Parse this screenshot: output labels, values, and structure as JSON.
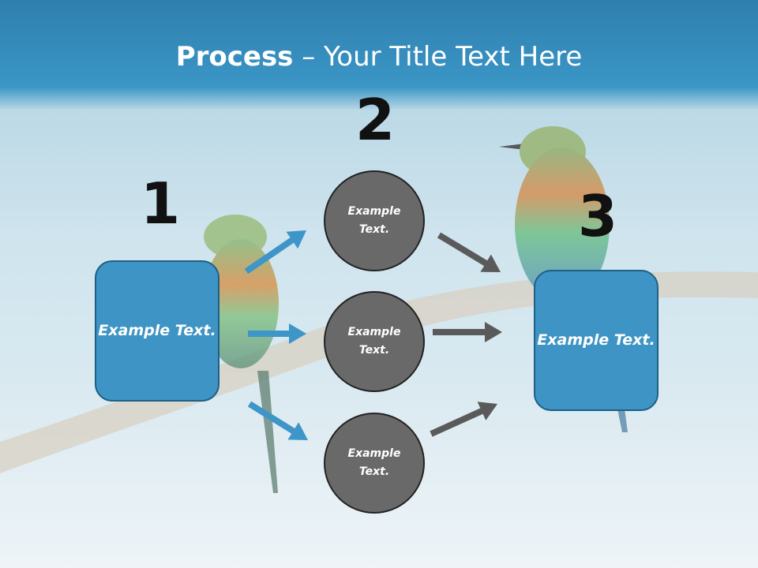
{
  "title": {
    "bold": "Process",
    "rest": " – Your Title Text Here"
  },
  "steps": [
    {
      "number": "1",
      "text": "Example Text."
    },
    {
      "number": "2",
      "text": "Example Text."
    },
    {
      "number": "3",
      "text": "Example Text."
    }
  ],
  "circles": [
    "Example Text.",
    "Example Text.",
    "Example Text."
  ],
  "colors": {
    "box": "#3e94c4",
    "circle": "#696969",
    "arrow_blue": "#3d95c8",
    "arrow_gray": "#5a5a5a"
  }
}
